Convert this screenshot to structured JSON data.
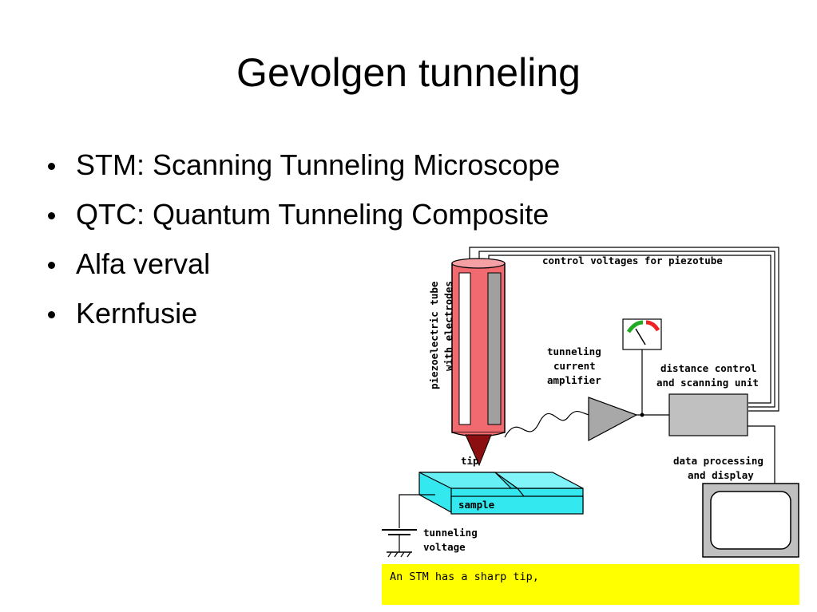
{
  "title": "Gevolgen tunneling",
  "bullets": [
    "STM: Scanning Tunneling Microscope",
    "QTC: Quantum Tunneling Composite",
    "Alfa verval",
    "Kernfusie"
  ],
  "diagram": {
    "labels": {
      "control": "control voltages for piezotube",
      "piezo_line1": "piezoelectric tube",
      "piezo_line2": "with electrodes",
      "tunneling_current": [
        "tunneling",
        "current",
        "amplifier"
      ],
      "distance_control": [
        "distance control",
        "and scanning unit"
      ],
      "data_processing": [
        "data processing",
        "and display"
      ],
      "tip": "tip",
      "sample": "sample",
      "tunneling_voltage": [
        "tunneling",
        "voltage"
      ]
    },
    "caption": "An STM has a sharp tip,",
    "colors": {
      "piezo_tube": "#f06a70",
      "piezo_inner": "#a0a0a0",
      "tip": "#8b0f10",
      "sample": "#33e8ef",
      "box_gray": "#c0c0c0",
      "caption_bg": "#ffff00",
      "meter_green": "#22aa22",
      "meter_red": "#ee2222"
    }
  }
}
